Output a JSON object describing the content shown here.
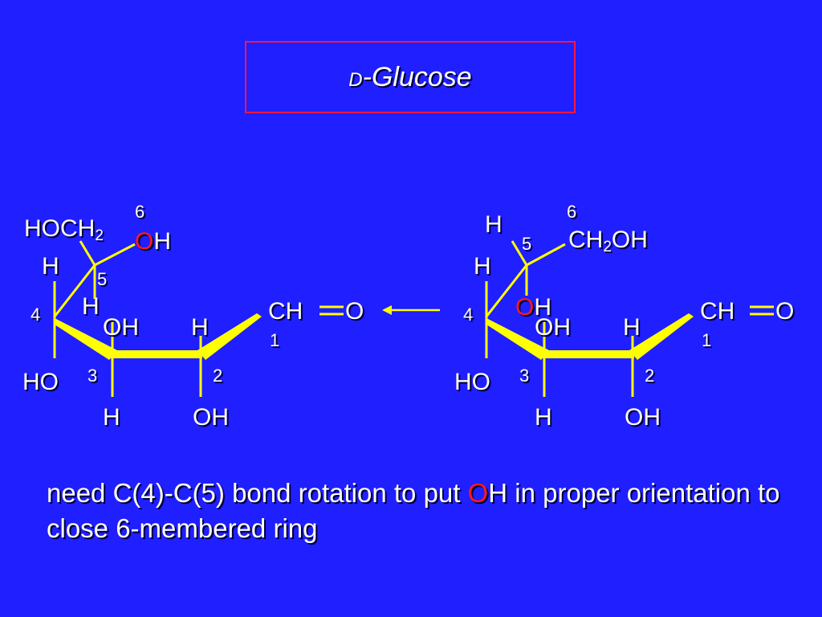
{
  "title": {
    "prefix": "D",
    "main": "-Glucose"
  },
  "left": {
    "hoch2": "HOCH",
    "hoch2_sub": "2",
    "c6_num": "6",
    "oh_o": "O",
    "oh_h": "H",
    "h5": "H",
    "c5_num": "5",
    "c4_num": "4",
    "h4": "H",
    "oh3": "OH",
    "h2": "H",
    "cho": "CH",
    "cho_o": "O",
    "c1_num": "1",
    "ho4": "HO",
    "c3_num": "3",
    "c2_num": "2",
    "h3": "H",
    "oh2": "OH"
  },
  "right": {
    "h_top": "H",
    "c6_num": "6",
    "c5_num": "5",
    "ch2oh_a": "CH",
    "ch2oh_sub": "2",
    "ch2oh_b": "OH",
    "h5": "H",
    "c4_num": "4",
    "oh_o": "O",
    "oh_h": "H",
    "oh3": "OH",
    "h2": "H",
    "cho": "CH",
    "cho_o": "O",
    "c1_num": "1",
    "ho4": "HO",
    "c3_num": "3",
    "c2_num": "2",
    "h3": "H",
    "oh2": "OH"
  },
  "caption": {
    "part1": "need C(4)-C(5) bond rotation to put ",
    "red_o": "O",
    "part2": "H in proper orientation to close 6-membered ring"
  },
  "colors": {
    "background": "#1F1FFF",
    "frame": "#FF1744",
    "bond": "#FFFF00",
    "highlight": "#FF1A1A"
  }
}
